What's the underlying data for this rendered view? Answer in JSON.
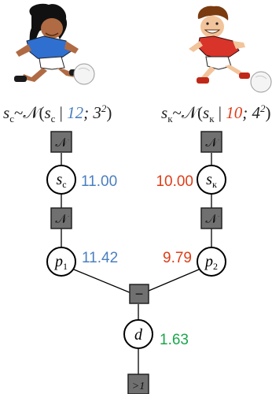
{
  "players": {
    "left": {
      "prior_label": {
        "var": "s",
        "var_sub": "с",
        "dist": "~𝒩(",
        "arg": "s",
        "arg_sub": "с",
        "bar": " | ",
        "mean": "12",
        "sep": "; ",
        "sd": "3",
        "pow": "2",
        "close": ")"
      },
      "accent_color": "#4a7fc0",
      "skill_value": "11.00",
      "perf_value": "11.42"
    },
    "right": {
      "prior_label": {
        "var": "s",
        "var_sub": "к",
        "dist": "~𝒩(",
        "arg": "s",
        "arg_sub": "к",
        "bar": " | ",
        "mean": "10",
        "sep": "; ",
        "sd": "4",
        "pow": "2",
        "close": ")"
      },
      "accent_color": "#e03c17",
      "skill_value": "10.00",
      "perf_value": "9.79"
    }
  },
  "factors": {
    "prior_left": "𝒩",
    "prior_right": "𝒩",
    "perf_left": "𝒩",
    "perf_right": "𝒩",
    "difference": "−",
    "result": ">1"
  },
  "nodes": {
    "skill_left": {
      "main": "s",
      "sub": "с"
    },
    "skill_right": {
      "main": "s",
      "sub": "к"
    },
    "perf_left": {
      "main": "p",
      "sub": "1"
    },
    "perf_right": {
      "main": "p",
      "sub": "2"
    },
    "diff": {
      "main": "d"
    }
  },
  "diff_value": "1.63",
  "colors": {
    "factor_fill": "#707070",
    "factor_border": "#222222",
    "diff_value": "#1aa64b",
    "node_stroke": "#000000"
  },
  "icons": {
    "left_player": "blue-kit-soccer-player-icon",
    "right_player": "red-kit-soccer-player-icon"
  }
}
